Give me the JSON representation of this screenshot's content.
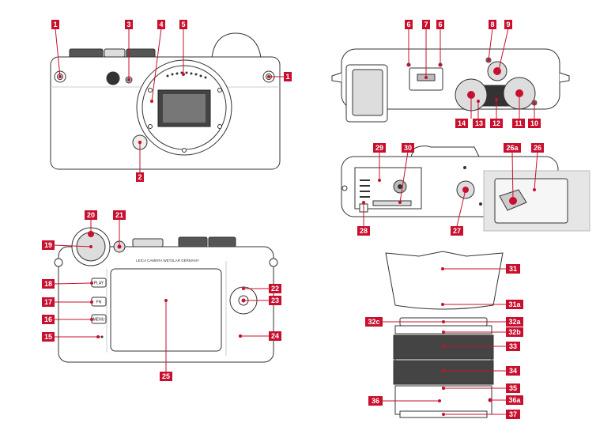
{
  "colors": {
    "callout": "#c8102e",
    "outline": "#333333",
    "body_fill": "#ffffff",
    "dark": "#3a3a3a",
    "mid_gray": "#9a9a9a",
    "light_gray": "#d6d6d6"
  },
  "body_text": {
    "brand_line": "LEICA CAMERA WETZLAR GERMANY",
    "play": "PLAY",
    "fn": "FN",
    "menu": "MENU"
  },
  "callouts": [
    {
      "id": "c1a",
      "text": "1"
    },
    {
      "id": "c3",
      "text": "3"
    },
    {
      "id": "c4",
      "text": "4"
    },
    {
      "id": "c5",
      "text": "5"
    },
    {
      "id": "c1b",
      "text": "1"
    },
    {
      "id": "c2",
      "text": "2"
    },
    {
      "id": "c6a",
      "text": "6"
    },
    {
      "id": "c7",
      "text": "7"
    },
    {
      "id": "c6b",
      "text": "6"
    },
    {
      "id": "c8",
      "text": "8"
    },
    {
      "id": "c9",
      "text": "9"
    },
    {
      "id": "c14",
      "text": "14"
    },
    {
      "id": "c13",
      "text": "13"
    },
    {
      "id": "c12",
      "text": "12"
    },
    {
      "id": "c11",
      "text": "11"
    },
    {
      "id": "c10",
      "text": "10"
    },
    {
      "id": "c29",
      "text": "29"
    },
    {
      "id": "c30",
      "text": "30"
    },
    {
      "id": "c26a",
      "text": "26a"
    },
    {
      "id": "c26",
      "text": "26"
    },
    {
      "id": "c28",
      "text": "28"
    },
    {
      "id": "c27",
      "text": "27"
    },
    {
      "id": "c20",
      "text": "20"
    },
    {
      "id": "c21",
      "text": "21"
    },
    {
      "id": "c19",
      "text": "19"
    },
    {
      "id": "c18",
      "text": "18"
    },
    {
      "id": "c17",
      "text": "17"
    },
    {
      "id": "c16",
      "text": "16"
    },
    {
      "id": "c15",
      "text": "15"
    },
    {
      "id": "c22",
      "text": "22"
    },
    {
      "id": "c23",
      "text": "23"
    },
    {
      "id": "c24",
      "text": "24"
    },
    {
      "id": "c25",
      "text": "25"
    },
    {
      "id": "c31",
      "text": "31"
    },
    {
      "id": "c31a",
      "text": "31a"
    },
    {
      "id": "c32c",
      "text": "32c"
    },
    {
      "id": "c32a",
      "text": "32a"
    },
    {
      "id": "c32b",
      "text": "32b"
    },
    {
      "id": "c33",
      "text": "33"
    },
    {
      "id": "c34",
      "text": "34"
    },
    {
      "id": "c35",
      "text": "35"
    },
    {
      "id": "c36a",
      "text": "36a"
    },
    {
      "id": "c36",
      "text": "36"
    },
    {
      "id": "c37",
      "text": "37"
    }
  ]
}
